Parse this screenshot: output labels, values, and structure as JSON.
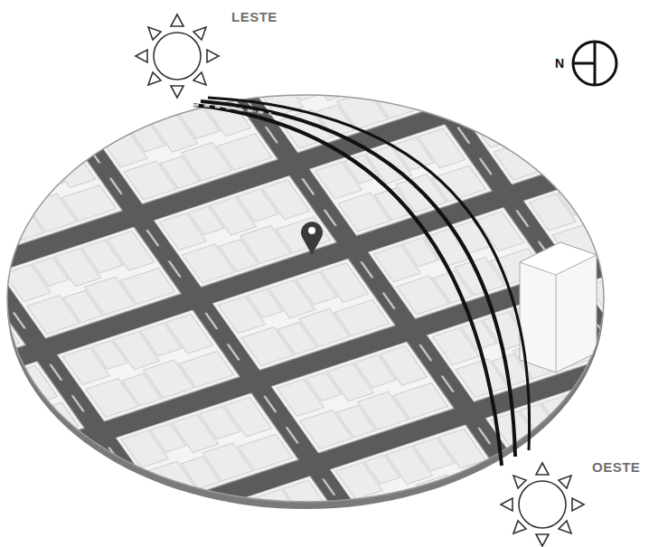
{
  "diagram": {
    "labels": [
      "LESTE",
      "N",
      "OESTE"
    ]
  }
}
